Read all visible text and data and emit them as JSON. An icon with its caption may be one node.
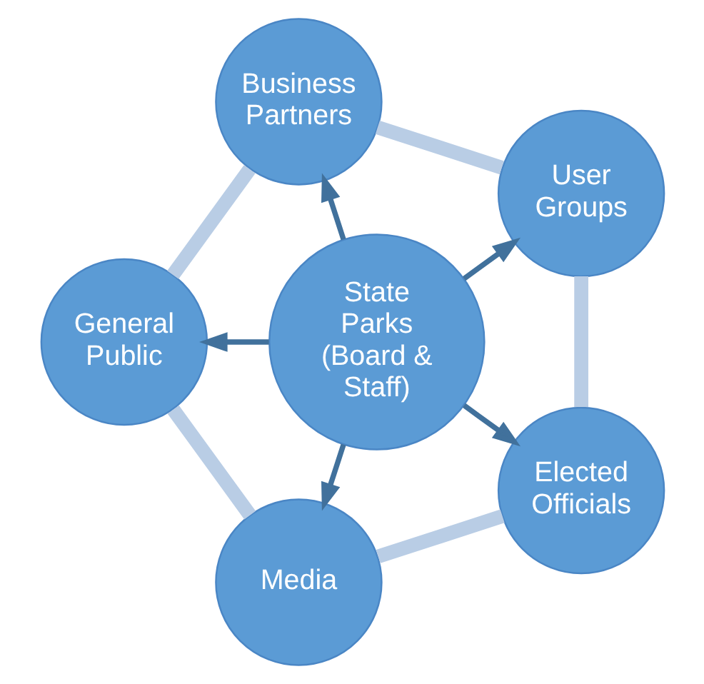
{
  "diagram": {
    "nodes": [
      {
        "text": [
          "State Parks (Board & Staff)"
        ]
      },
      {
        "text": [
          "User Groups"
        ]
      },
      {
        "text": [
          "Business Partners"
        ]
      },
      {
        "text": [
          "General Public"
        ]
      },
      {
        "text": [
          "Media"
        ]
      },
      {
        "text": [
          "Elected Officials"
        ]
      }
    ],
    "edges": [
      {
        "from": 0,
        "to": 1,
        "arrow": "to"
      },
      {
        "from": 0,
        "to": 2,
        "arrow": "to"
      },
      {
        "from": 0,
        "to": 3,
        "arrow": "to"
      },
      {
        "from": 0,
        "to": 4,
        "arrow": "to"
      },
      {
        "from": 0,
        "to": 5,
        "arrow": "to"
      },
      {
        "from": 1,
        "to": 2,
        "arrow": "none",
        "style": "thick",
        "color": "#b9cde5"
      },
      {
        "from": 2,
        "to": 3,
        "arrow": "none",
        "style": "thick",
        "color": "#b9cde5"
      },
      {
        "from": 3,
        "to": 4,
        "arrow": "none",
        "style": "thick",
        "color": "#b9cde5"
      },
      {
        "from": 4,
        "to": 5,
        "arrow": "none",
        "style": "thick",
        "color": "#b9cde5"
      },
      {
        "from": 5,
        "to": 1,
        "arrow": "none",
        "style": "thick",
        "color": "#b9cde5"
      }
    ]
  }
}
